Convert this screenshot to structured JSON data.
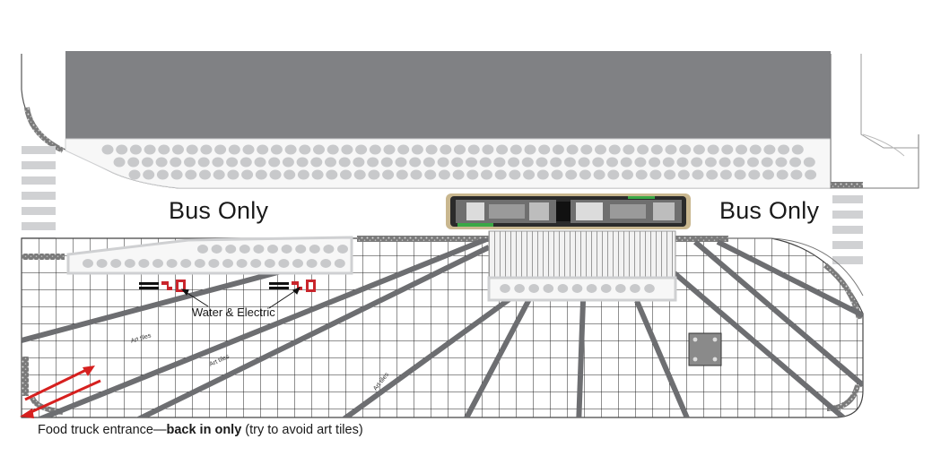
{
  "labels": {
    "bus_only_left": "Bus Only",
    "bus_only_right": "Bus Only",
    "water_electric": "Water & Electric",
    "art_tiles_1": "Art tiles",
    "art_tiles_2": "Art tiles",
    "art_tiles_3": "Art tiles"
  },
  "caption": {
    "prefix": "Food truck entrance—",
    "bold": "back in only",
    "suffix": " (try to avoid art tiles)"
  },
  "colors": {
    "building": "#808184",
    "plaza_grid": "#222222",
    "art_tile_band": "#6d6e71",
    "bollard": "#c8c9cb",
    "planter_border": "#cfd0d2",
    "arrow": "#d6201f",
    "utility": "#c9252c",
    "tram_body": "#2b2b2b",
    "tram_trim": "#c9b78f",
    "tram_accent": "#3aa845"
  },
  "icons": [
    "water-tap-icon",
    "electric-outlet-icon",
    "entrance-arrow-icon"
  ]
}
